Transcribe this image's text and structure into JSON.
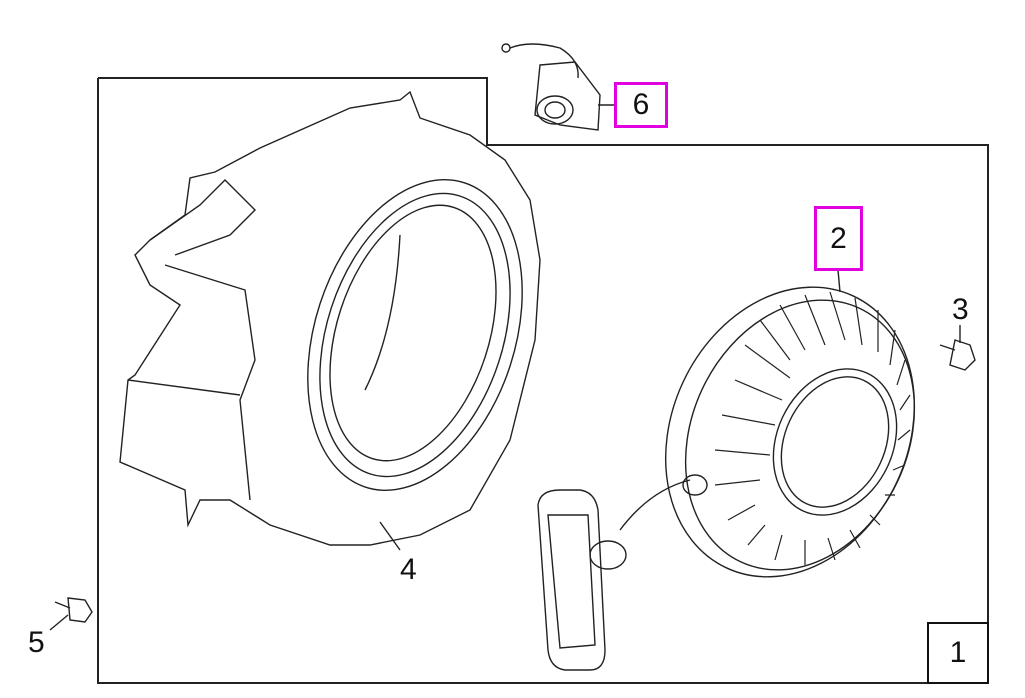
{
  "diagram": {
    "callouts": {
      "assembly": "1",
      "recoil_starter": "2",
      "bolt_right": "3",
      "fan_shroud": "4",
      "bolt_left": "5",
      "spark_plug_cap": "6"
    },
    "highlight_color": "#e000e0",
    "highlighted": [
      "2",
      "6"
    ]
  }
}
